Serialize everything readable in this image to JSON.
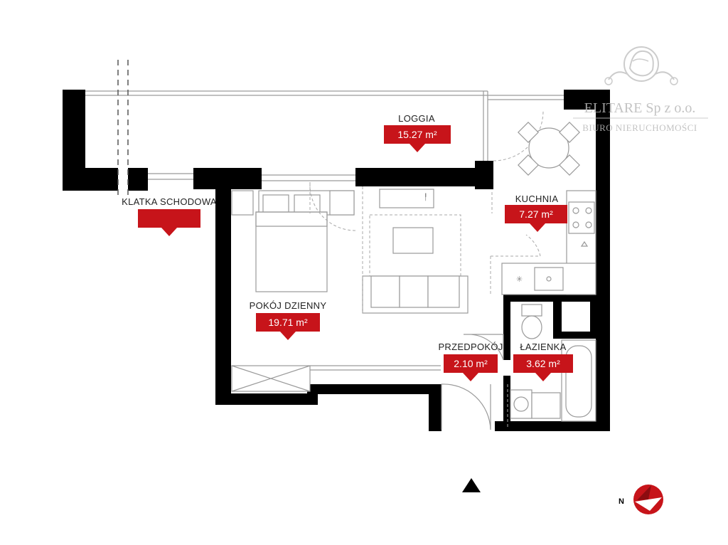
{
  "rooms": {
    "loggia": {
      "name": "LOGGIA",
      "area": "15.27 m²"
    },
    "kitchen": {
      "name": "KUCHNIA",
      "area": "7.27 m²"
    },
    "staircase": {
      "name": "KLATKA SCHODOWA",
      "area": ""
    },
    "living": {
      "name": "POKÓJ DZIENNY",
      "area": "19.71 m²"
    },
    "hall": {
      "name": "PRZEDPOKÓJ",
      "area": "2.10 m²"
    },
    "bathroom": {
      "name": "ŁAZIENKA",
      "area": "3.62 m²"
    }
  },
  "watermark": {
    "company": "ELITARE Sp z o.o.",
    "subtitle": "BIURO NIERUCHOMOŚCI"
  },
  "compass": {
    "label": "N"
  },
  "colors": {
    "accent": "#c7141a",
    "wall": "#000000",
    "furniture": "#9a9a9a"
  },
  "icons": {
    "entrance": "entrance-arrow-icon",
    "compass": "compass-icon",
    "watermark": "lion-crest-icon"
  }
}
